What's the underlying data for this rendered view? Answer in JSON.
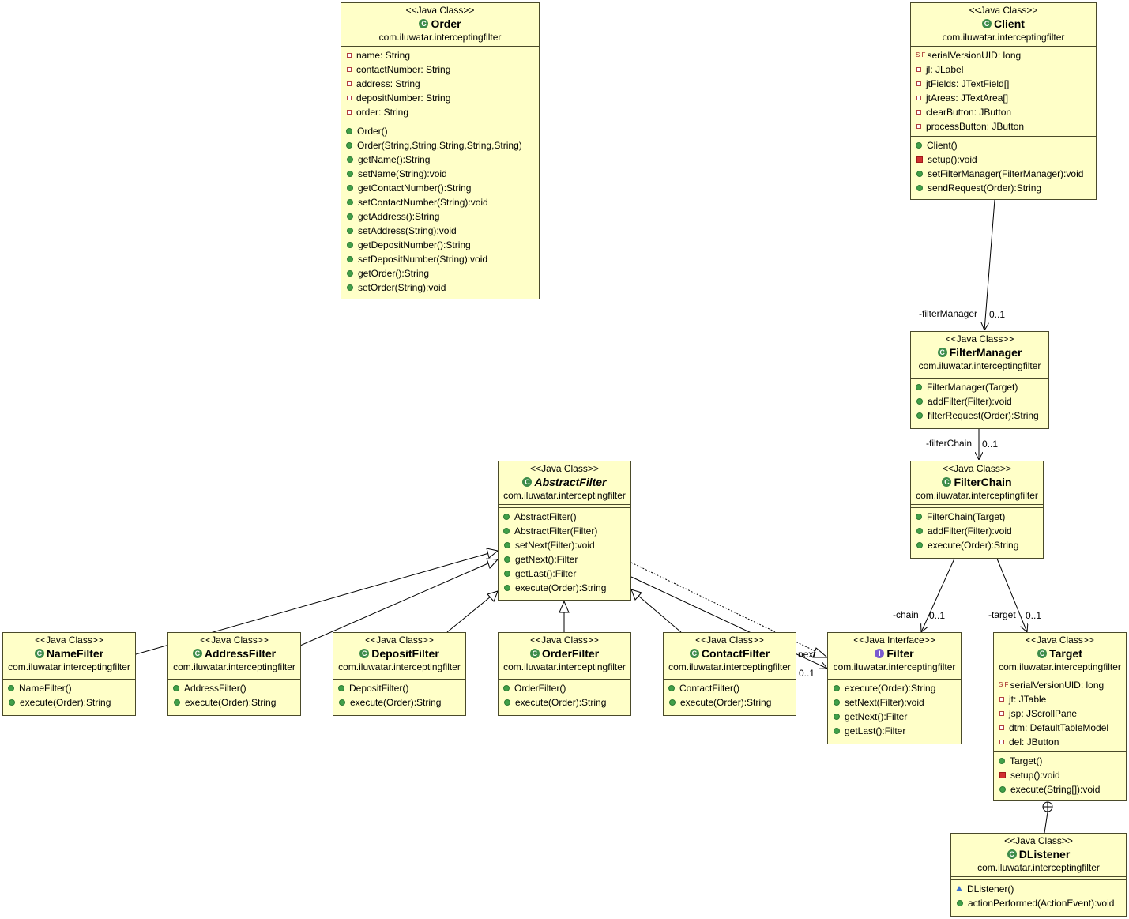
{
  "classes": {
    "order": {
      "stereotype": "<<Java Class>>",
      "name": "Order",
      "package": "com.iluwatar.interceptingfilter",
      "fields": [
        "name: String",
        "contactNumber: String",
        "address: String",
        "depositNumber: String",
        "order: String"
      ],
      "ctors": [
        "Order()",
        "Order(String,String,String,String,String)"
      ],
      "methods": [
        "getName():String",
        "setName(String):void",
        "getContactNumber():String",
        "setContactNumber(String):void",
        "getAddress():String",
        "setAddress(String):void",
        "getDepositNumber():String",
        "setDepositNumber(String):void",
        "getOrder():String",
        "setOrder(String):void"
      ]
    },
    "client": {
      "stereotype": "<<Java Class>>",
      "name": "Client",
      "package": "com.iluwatar.interceptingfilter",
      "static_field": "serialVersionUID: long",
      "fields": [
        "jl: JLabel",
        "jtFields: JTextField[]",
        "jtAreas: JTextArea[]",
        "clearButton: JButton",
        "processButton: JButton"
      ],
      "ctors": [
        "Client()"
      ],
      "private_methods": [
        "setup():void"
      ],
      "methods": [
        "setFilterManager(FilterManager):void",
        "sendRequest(Order):String"
      ]
    },
    "filter_manager": {
      "stereotype": "<<Java Class>>",
      "name": "FilterManager",
      "package": "com.iluwatar.interceptingfilter",
      "ctors": [
        "FilterManager(Target)"
      ],
      "methods": [
        "addFilter(Filter):void",
        "filterRequest(Order):String"
      ]
    },
    "filter_chain": {
      "stereotype": "<<Java Class>>",
      "name": "FilterChain",
      "package": "com.iluwatar.interceptingfilter",
      "ctors": [
        "FilterChain(Target)"
      ],
      "methods": [
        "addFilter(Filter):void",
        "execute(Order):String"
      ]
    },
    "abstract_filter": {
      "stereotype": "<<Java Class>>",
      "name": "AbstractFilter",
      "package": "com.iluwatar.interceptingfilter",
      "ctors": [
        "AbstractFilter()",
        "AbstractFilter(Filter)"
      ],
      "methods": [
        "setNext(Filter):void",
        "getNext():Filter",
        "getLast():Filter",
        "execute(Order):String"
      ]
    },
    "name_filter": {
      "stereotype": "<<Java Class>>",
      "name": "NameFilter",
      "package": "com.iluwatar.interceptingfilter",
      "ctors": [
        "NameFilter()"
      ],
      "methods": [
        "execute(Order):String"
      ]
    },
    "address_filter": {
      "stereotype": "<<Java Class>>",
      "name": "AddressFilter",
      "package": "com.iluwatar.interceptingfilter",
      "ctors": [
        "AddressFilter()"
      ],
      "methods": [
        "execute(Order):String"
      ]
    },
    "deposit_filter": {
      "stereotype": "<<Java Class>>",
      "name": "DepositFilter",
      "package": "com.iluwatar.interceptingfilter",
      "ctors": [
        "DepositFilter()"
      ],
      "methods": [
        "execute(Order):String"
      ]
    },
    "order_filter": {
      "stereotype": "<<Java Class>>",
      "name": "OrderFilter",
      "package": "com.iluwatar.interceptingfilter",
      "ctors": [
        "OrderFilter()"
      ],
      "methods": [
        "execute(Order):String"
      ]
    },
    "contact_filter": {
      "stereotype": "<<Java Class>>",
      "name": "ContactFilter",
      "package": "com.iluwatar.interceptingfilter",
      "ctors": [
        "ContactFilter()"
      ],
      "methods": [
        "execute(Order):String"
      ]
    },
    "filter": {
      "stereotype": "<<Java Interface>>",
      "name": "Filter",
      "package": "com.iluwatar.interceptingfilter",
      "methods": [
        "execute(Order):String",
        "setNext(Filter):void",
        "getNext():Filter",
        "getLast():Filter"
      ]
    },
    "target": {
      "stereotype": "<<Java Class>>",
      "name": "Target",
      "package": "com.iluwatar.interceptingfilter",
      "static_field": "serialVersionUID: long",
      "fields": [
        "jt: JTable",
        "jsp: JScrollPane",
        "dtm: DefaultTableModel",
        "del: JButton"
      ],
      "ctors": [
        "Target()"
      ],
      "private_methods": [
        "setup():void"
      ],
      "methods": [
        "execute(String[]):void"
      ]
    },
    "dlistener": {
      "stereotype": "<<Java Class>>",
      "name": "DListener",
      "package": "com.iluwatar.interceptingfilter",
      "ctors": [
        "DListener()"
      ],
      "methods": [
        "actionPerformed(ActionEvent):void"
      ]
    }
  },
  "labels": {
    "filter_manager_role": "-filterManager",
    "filter_manager_mult": "0..1",
    "filter_chain_role": "-filterChain",
    "filter_chain_mult": "0..1",
    "chain_role": "-chain",
    "chain_mult": "0..1",
    "target_role": "-target",
    "target_mult": "0..1",
    "next_role": "next",
    "next_mult": "0..1"
  },
  "colors": {
    "class_fill": "#ffffc8",
    "border": "#4a4a2a",
    "class_icon": "#3d8c4a",
    "interface_icon": "#7a5ad0"
  }
}
